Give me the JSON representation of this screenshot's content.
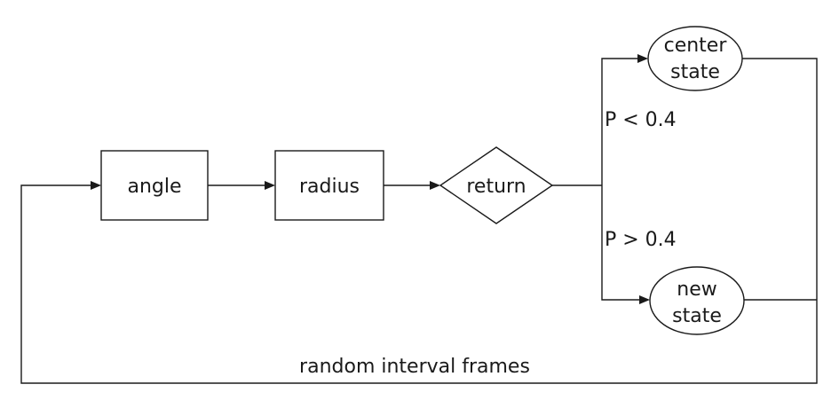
{
  "nodes": {
    "angle": "angle",
    "radius": "radius",
    "return": "return",
    "center_state": [
      "center",
      "state"
    ],
    "new_state": [
      "new",
      "state"
    ]
  },
  "edges": {
    "to_center": "P < 0.4",
    "to_new": "P > 0.4",
    "loop_back": "random interval frames"
  }
}
